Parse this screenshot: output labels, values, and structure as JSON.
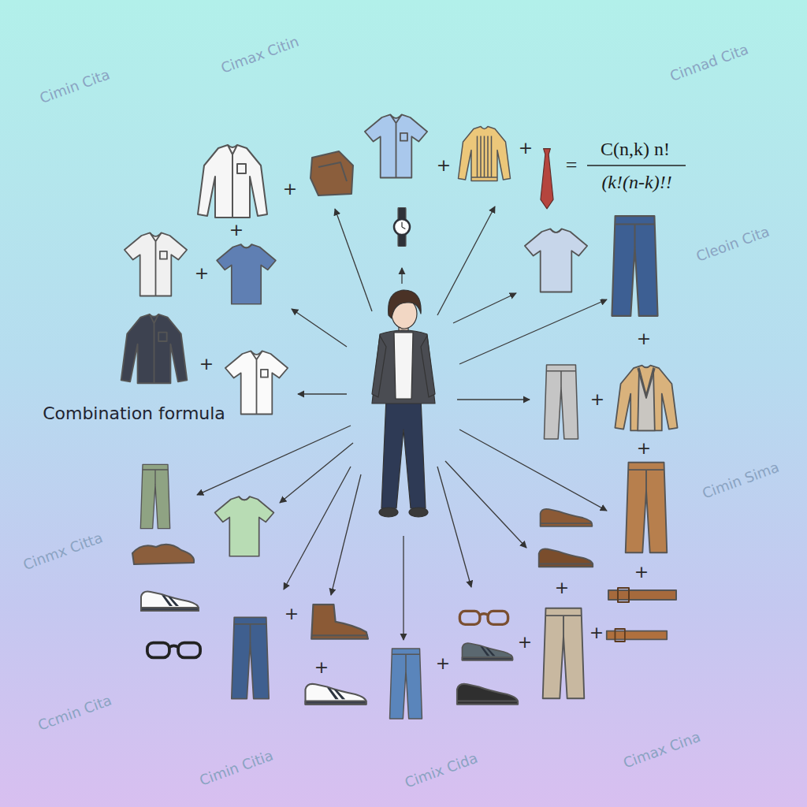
{
  "diagram": {
    "labels": [
      "Combination formula",
      "C(n,k) n!",
      "=",
      "(k!(n-k)!!",
      "+",
      "+",
      "+",
      "+",
      "+",
      "+",
      "+",
      "+",
      "+",
      "+",
      "+",
      "+",
      "+",
      "+",
      "+",
      "+",
      "Cimin Cita",
      "Cimax Citin",
      "Cinnad Cita",
      "Cleoin Cita",
      "Cimin Sima",
      "Cinmx Citta",
      "Ccmin Cita",
      "Cimin Citia",
      "Cimix Cida",
      "Cimax Cina"
    ]
  }
}
